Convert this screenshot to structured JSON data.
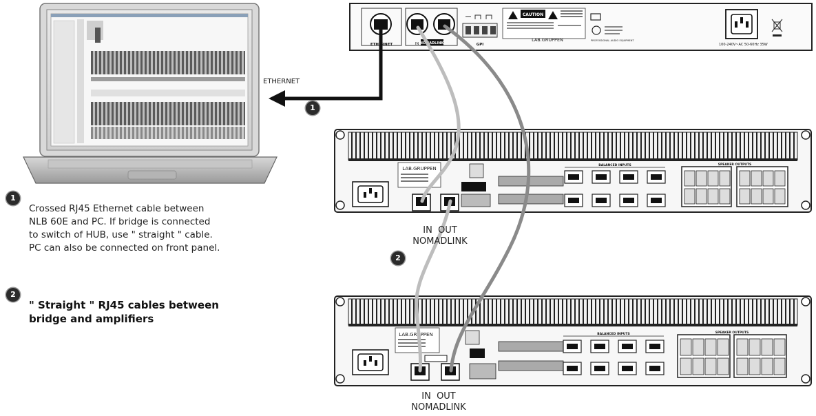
{
  "labels": {
    "ethernet": "ETHERNET",
    "in": "IN",
    "out": "OUT",
    "nomadlink": "NOMADLINK",
    "gpi": "GPI",
    "caution": "CAUTION",
    "brand": "LAB.GRUPPEN",
    "pro_audio": "PROFESSIONAL AUDIO EQUIPMENT",
    "power_rating": "100-240V~AC 50-60Hz 35W",
    "balanced_inputs": "BALANCED INPUTS",
    "speaker_outputs": "SPEAKER OUTPUTS"
  },
  "markers": [
    {
      "id": "1",
      "label": "1"
    },
    {
      "id": "2",
      "label": "2"
    }
  ],
  "notes": [
    {
      "number": "1",
      "lines": [
        "Crossed RJ45 Ethernet cable between",
        "NLB 60E and PC. If bridge is connected",
        "to switch of HUB, use \" straight \" cable.",
        "PC can also be connected on front panel."
      ]
    },
    {
      "number": "2",
      "lines": [
        "\" Straight \" RJ45 cables between",
        "bridge and amplifiers"
      ]
    }
  ],
  "colors": {
    "cable_ethernet": "#111111",
    "cable_light": "#bdbdbd",
    "cable_dark": "#8a8a8a",
    "panel": "#f4f4f4",
    "badge": "#2b2b2b"
  }
}
